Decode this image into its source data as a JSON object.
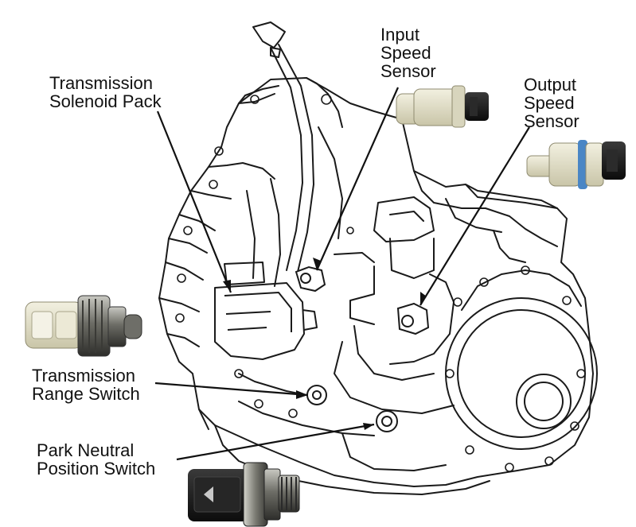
{
  "labels": {
    "input_speed_sensor": [
      "Input",
      "Speed",
      "Sensor"
    ],
    "output_speed_sensor": [
      "Output",
      "Speed",
      "Sensor"
    ],
    "transmission_solenoid_pack": [
      "Transmission",
      "Solenoid Pack"
    ],
    "transmission_range_switch": [
      "Transmission",
      "Range Switch"
    ],
    "park_neutral_position_switch": [
      "Park Neutral",
      "Position Switch"
    ]
  },
  "colors": {
    "line": "#1a1a1a",
    "sensor_body": "#e6e3cf",
    "connector": "#1c1c1c",
    "metal": "#7f7f78",
    "oring": "#4a86c5"
  }
}
